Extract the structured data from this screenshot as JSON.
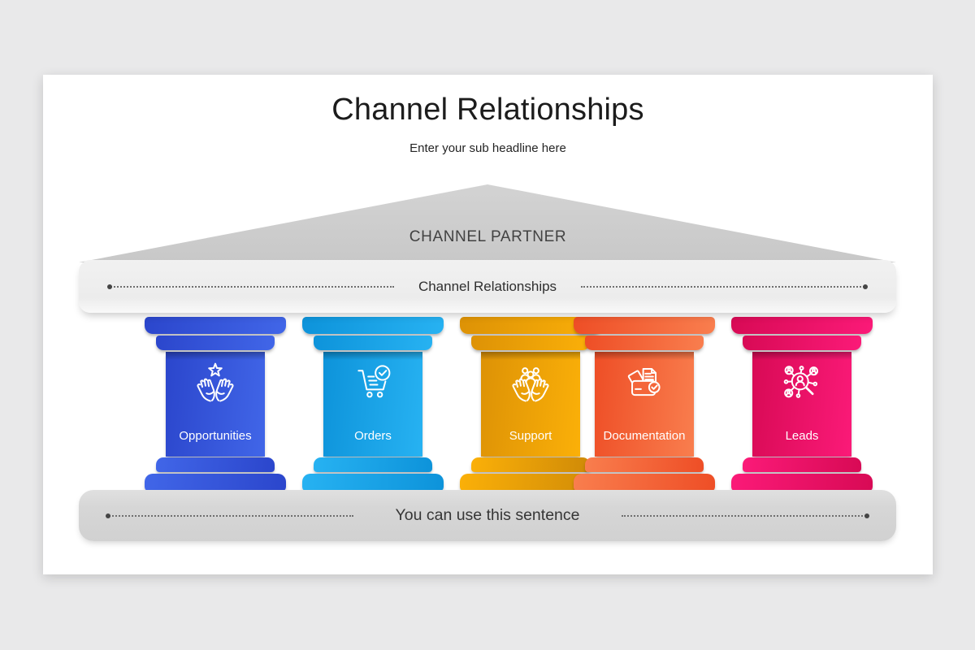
{
  "slide": {
    "title": "Channel Relationships",
    "subtitle": "Enter your sub headline here",
    "pediment": {
      "label": "CHANNEL PARTNER"
    },
    "entablature": {
      "label": "Channel Relationships"
    },
    "footer": {
      "label": "You can use this sentence"
    }
  },
  "pillars": [
    {
      "label": "Opportunities",
      "icon": "hands-star-icon",
      "color": "#2f4fd6",
      "color_dark": "#2b46cc",
      "color_light": "#4166e8"
    },
    {
      "label": "Orders",
      "icon": "cart-check-icon",
      "color": "#14a3e8",
      "color_dark": "#0d93da",
      "color_light": "#27b2f2"
    },
    {
      "label": "Support",
      "icon": "hands-people-icon",
      "color": "#f6a707",
      "color_dark": "#dd9206",
      "color_light": "#fbb008"
    },
    {
      "label": "Documentation",
      "icon": "documents-check-icon",
      "color": "#f4663a",
      "color_dark": "#ee4e26",
      "color_light": "#f97e4e"
    },
    {
      "label": "Leads",
      "icon": "lead-search-icon",
      "color": "#ee1166",
      "color_dark": "#d80a55",
      "color_light": "#fb1a78"
    }
  ],
  "theme": {
    "canvas_bg": "#e9e9ea",
    "card_bg": "#ffffff",
    "pediment_color": "#cdcdcd",
    "entablature_color": "#f0f0f0",
    "footer_bar_color": "#d6d6d6",
    "title_color": "#1c1c1c",
    "pediment_text_color": "#424242",
    "pillar_label_color": "#ffffff"
  }
}
